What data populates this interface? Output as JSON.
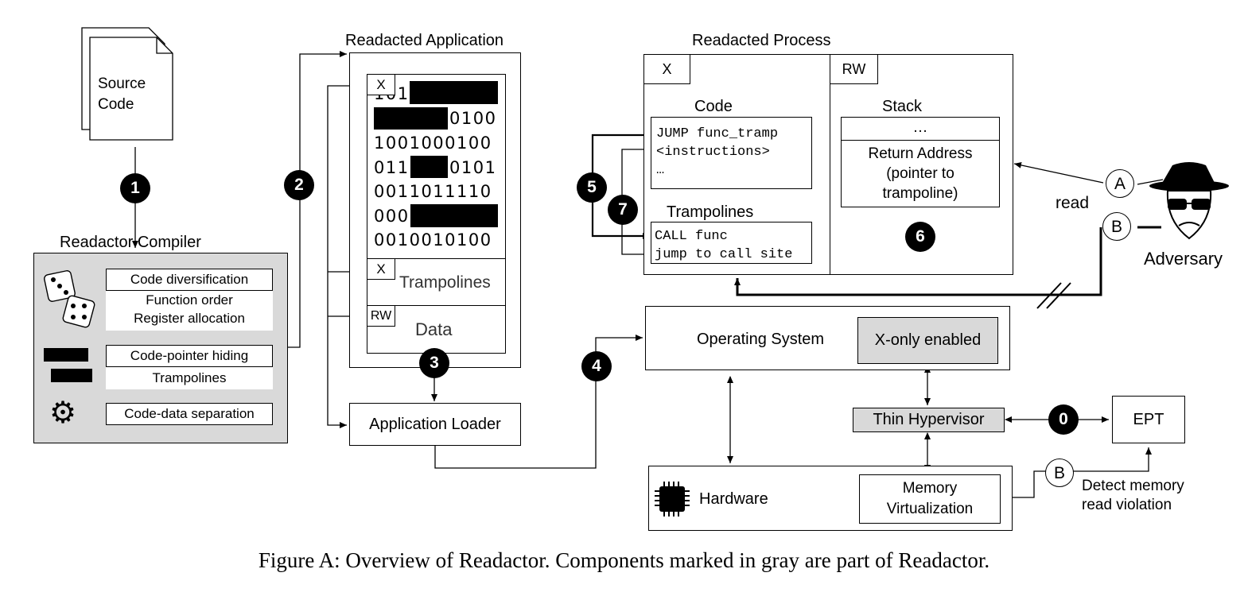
{
  "source_code": {
    "label_line1": "Source",
    "label_line2": "Code"
  },
  "compiler": {
    "title": "Readactor Compiler",
    "items": [
      {
        "label": "Code diversification",
        "sub1": "Function order",
        "sub2": "Register allocation"
      },
      {
        "label": "Code-pointer hiding",
        "sub1": "Trampolines"
      },
      {
        "label": "Code-data separation"
      }
    ]
  },
  "application": {
    "title": "Readacted Application",
    "x_tag": "X",
    "x_tag2": "X",
    "rw_tag": "RW",
    "binary_lines": [
      "101",
      "0100",
      "1001000100",
      "011",
      "0101",
      "0011011110",
      "000",
      "0010010100"
    ],
    "trampolines": "Trampolines",
    "data": "Data"
  },
  "loader": {
    "label": "Application Loader"
  },
  "process": {
    "title": "Readacted Process",
    "x_tag": "X",
    "rw_tag": "RW",
    "code_title": "Code",
    "code_lines": [
      "JUMP func_tramp",
      "<instructions>",
      "…"
    ],
    "tramp_title": "Trampolines",
    "tramp_lines": [
      "CALL func",
      "jump to call site"
    ],
    "stack_title": "Stack",
    "stack_top": "…",
    "stack_ret1": "Return Address",
    "stack_ret2": "(pointer to",
    "stack_ret3": "trampoline)"
  },
  "os": {
    "label": "Operating System",
    "xonly": "X-only enabled"
  },
  "hypervisor": {
    "label": "Thin Hypervisor"
  },
  "ept": {
    "label": "EPT"
  },
  "hardware": {
    "label": "Hardware",
    "memvirt1": "Memory",
    "memvirt2": "Virtualization"
  },
  "adversary": {
    "label": "Adversary",
    "read": "read",
    "a": "A",
    "b": "B"
  },
  "detect": {
    "line1": "Detect memory",
    "line2": "read violation",
    "b": "B"
  },
  "steps": [
    "0",
    "1",
    "2",
    "3",
    "4",
    "5",
    "6",
    "7"
  ],
  "caption": "Figure A: Overview of Readactor. Components marked in gray are part of Readactor.",
  "colors": {
    "readactor_gray": "#d9d9d9"
  }
}
